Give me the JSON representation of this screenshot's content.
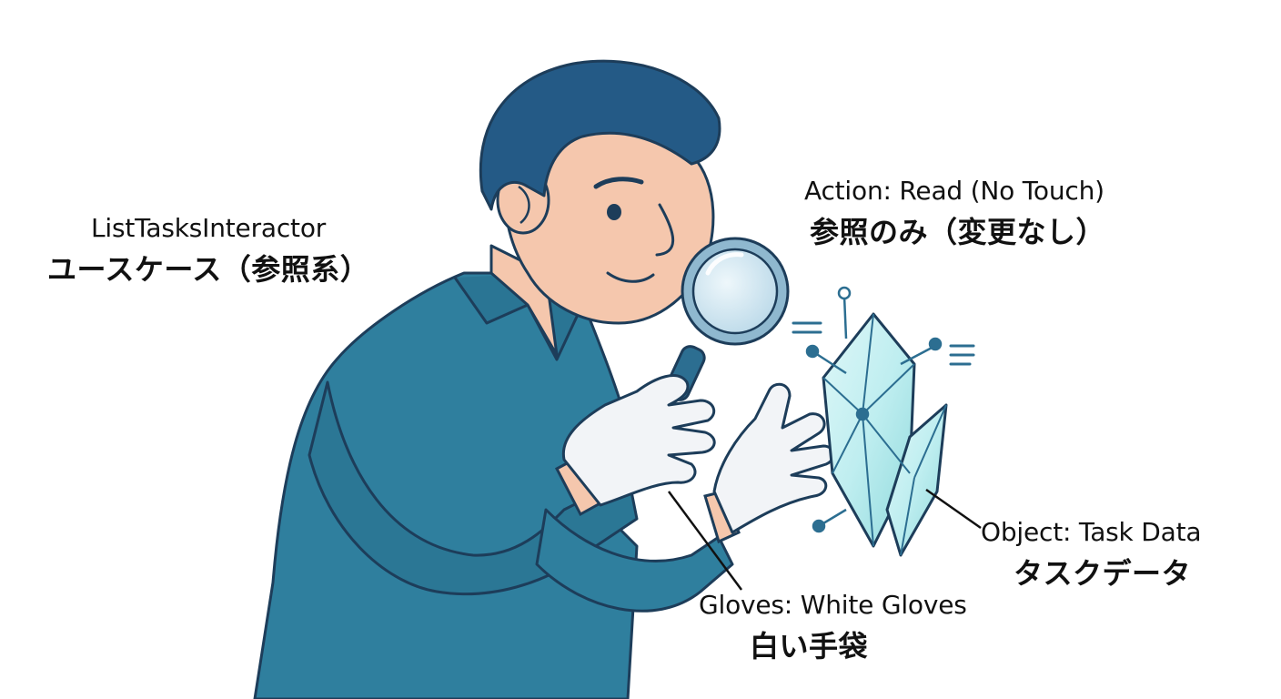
{
  "labels": {
    "usecase": {
      "en": "ListTasksInteractor",
      "ja": "ユースケース（参照系）"
    },
    "action": {
      "en": "Action: Read (No Touch)",
      "ja": "参照のみ（変更なし）"
    },
    "object": {
      "en": "Object: Task Data",
      "ja": "タスクデータ"
    },
    "gloves": {
      "en": "Gloves: White Gloves",
      "ja": "白い手袋"
    }
  },
  "colors": {
    "shirt": "#2f7f9e",
    "hair": "#245a86",
    "skin": "#f5c7ad",
    "outline": "#1d3d5a",
    "glove": "#f2f4f7",
    "crystal": "#bfeef0",
    "lens": "#cfe4ef",
    "accent": "#2c6e91"
  }
}
